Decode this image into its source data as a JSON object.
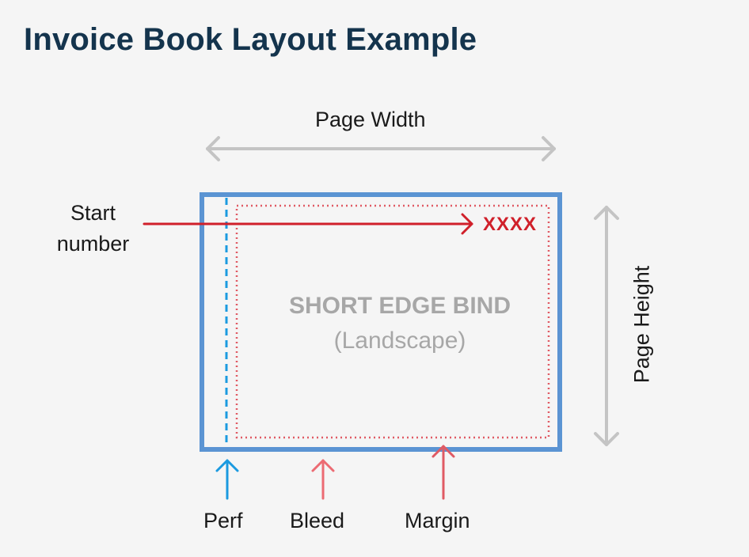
{
  "title": "Invoice Book Layout Example",
  "labels": {
    "page_width": "Page Width",
    "page_height": "Page Height",
    "start_number_line1": "Start",
    "start_number_line2": "number",
    "number_placeholder": "XXXX",
    "bind_title": "SHORT EDGE BIND",
    "bind_subtitle": "(Landscape)",
    "perf": "Perf",
    "bleed": "Bleed",
    "margin": "Margin"
  },
  "colors": {
    "title": "#14344d",
    "page_border": "#5b94d3",
    "perf_line": "#1b9ae0",
    "margin_dots": "#e05a64",
    "start_arrow": "#d0202a",
    "dimension_arrows": "#c4c4c4",
    "bleed_arrow": "#ec6b73"
  }
}
